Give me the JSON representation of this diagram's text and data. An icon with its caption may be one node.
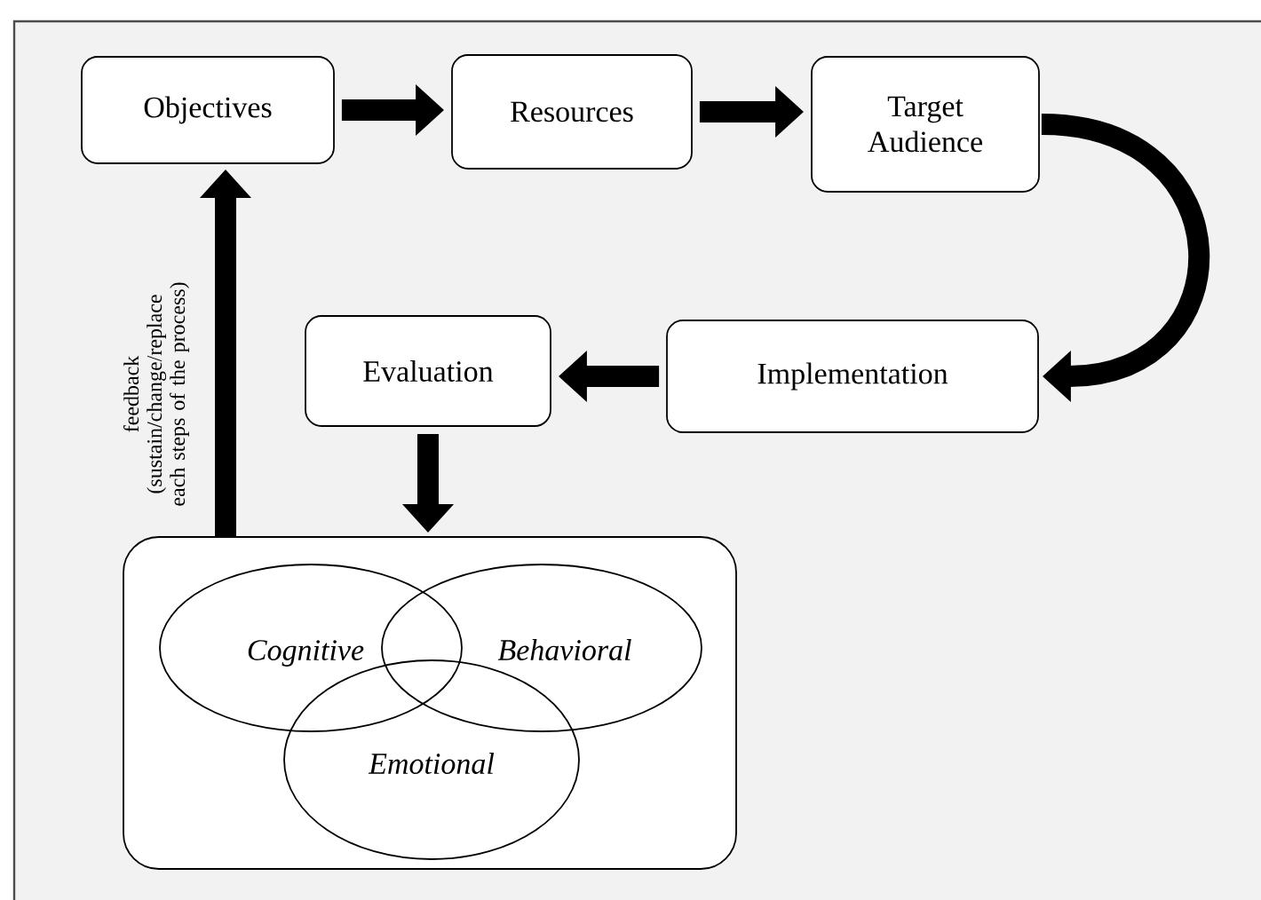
{
  "diagram": {
    "nodes": [
      {
        "text": [
          "Objectives"
        ]
      },
      {
        "text": [
          "Resources"
        ]
      },
      {
        "text": [
          "Target Audience"
        ]
      },
      {
        "text": [
          "Implementation"
        ]
      },
      {
        "text": [
          "Evaluation"
        ]
      },
      {
        "text": [],
        "shape": "box"
      },
      {
        "text": [
          "Cognitive"
        ],
        "in": 5
      },
      {
        "text": [
          "Behavioral"
        ],
        "in": 5
      },
      {
        "text": [
          "Emotional"
        ],
        "in": 5
      }
    ],
    "edges": [
      {
        "from": 0,
        "to": 1,
        "arrow": "to"
      },
      {
        "from": 1,
        "to": 2,
        "arrow": "to"
      },
      {
        "from": 2,
        "to": 3,
        "arrow": "to"
      },
      {
        "from": 3,
        "to": 4,
        "arrow": "to"
      },
      {
        "from": 4,
        "to": 5,
        "arrow": "to"
      },
      {
        "from": 5,
        "to": 0,
        "arrow": "to",
        "label": "feedback (sustain/change/replace each steps of the process)"
      }
    ]
  }
}
